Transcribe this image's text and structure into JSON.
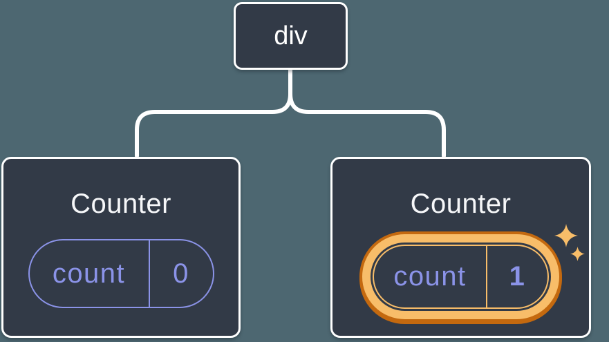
{
  "diagram": {
    "root": {
      "label": "div"
    },
    "children": [
      {
        "title": "Counter",
        "state": {
          "name": "count",
          "value": "0"
        },
        "highlighted": false
      },
      {
        "title": "Counter",
        "state": {
          "name": "count",
          "value": "1"
        },
        "highlighted": true
      }
    ],
    "icons": {
      "sparkle_large": "sparkle-icon",
      "sparkle_small": "sparkle-icon"
    },
    "colors": {
      "background": "#4d6771",
      "node_fill": "#323a47",
      "node_border": "#ffffff",
      "connector": "#ffffff",
      "title_text": "#f6f7f9",
      "state_accent": "#8b93e8",
      "highlight_light": "#f8bd69",
      "highlight_dark": "#c4690f"
    }
  }
}
